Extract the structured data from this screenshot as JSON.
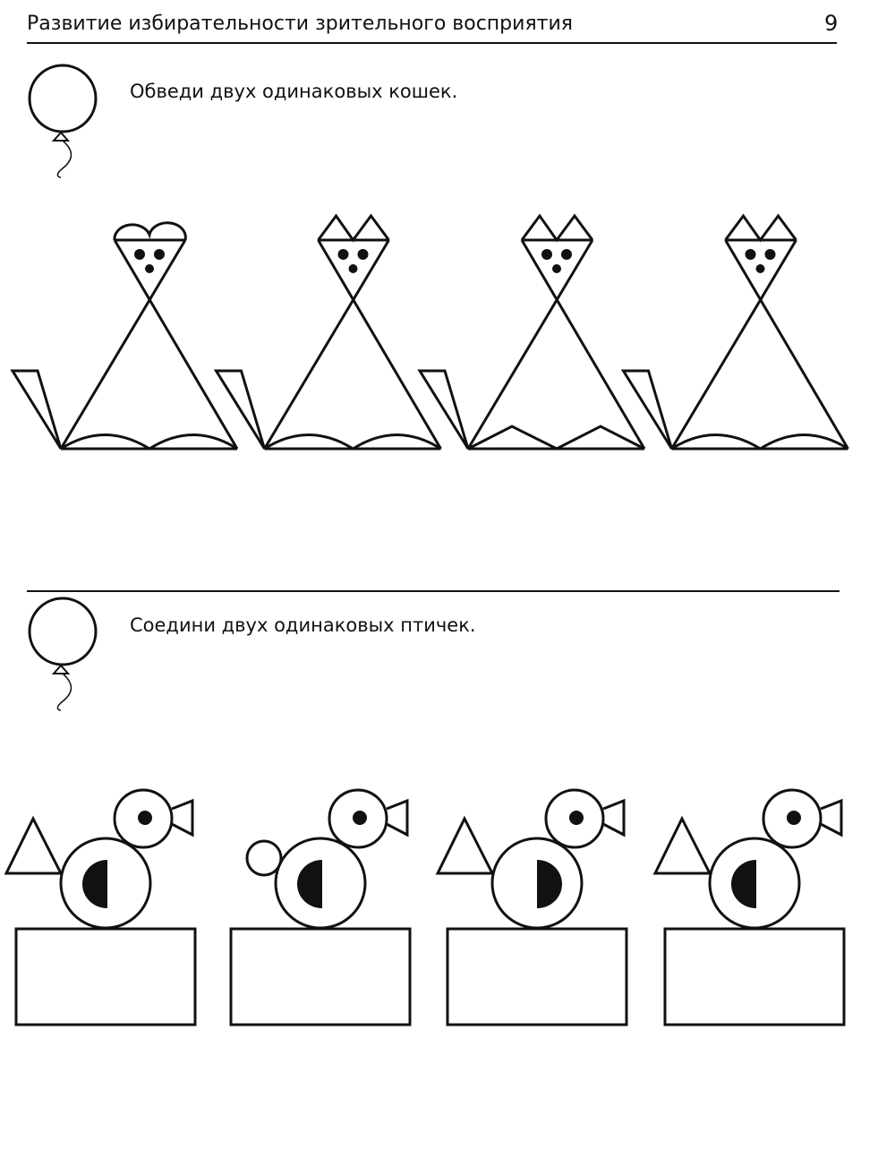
{
  "header": {
    "title": "Развитие избирательности зрительного восприятия",
    "page_number": "9"
  },
  "tasks": [
    {
      "instruction": "Обведи двух одинаковых кошек.",
      "icon": "balloon-icon"
    },
    {
      "instruction": "Соедини двух одинаковых птичек.",
      "icon": "balloon-icon"
    }
  ],
  "cats": [
    {
      "ears": "rounded",
      "feet": "arcs"
    },
    {
      "ears": "pointed",
      "feet": "arcs"
    },
    {
      "ears": "pointed",
      "feet": "zigzag"
    },
    {
      "ears": "pointed",
      "feet": "arcs"
    }
  ],
  "birds": [
    {
      "wing": "triangle",
      "half_disk": "left"
    },
    {
      "wing": "circle",
      "half_disk": "left"
    },
    {
      "wing": "triangle",
      "half_disk": "right"
    },
    {
      "wing": "triangle",
      "half_disk": "left"
    }
  ],
  "colors": {
    "ink": "#111111",
    "paper": "#ffffff"
  }
}
